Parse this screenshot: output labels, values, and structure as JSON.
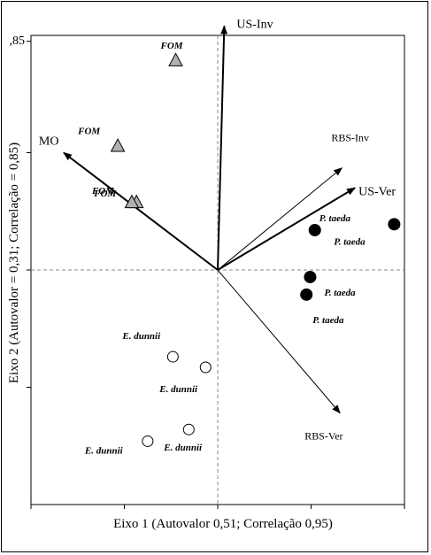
{
  "chart_data": {
    "type": "scatter",
    "title": "",
    "xlabel": "Eixo 1 (Autovalor  0,51; Correlação  0,95)",
    "ylabel": "Eixo 2 (Autovalor = 0,31; Correlação = 0,85)",
    "xlim": [
      -2.0,
      2.0
    ],
    "ylim": [
      -2.0,
      2.0
    ],
    "ytick_labels": [
      {
        "value": -1.0,
        "label": ""
      },
      {
        "value": 0.0,
        "label": ""
      },
      {
        "value": 1.0,
        "label": ""
      },
      {
        "value": 1.95,
        "label": ",85"
      }
    ],
    "grid": false,
    "series": [
      {
        "name": "FOM",
        "marker": "triangle",
        "color": "#b0b0b0",
        "points": [
          {
            "x": -0.45,
            "y": 1.79,
            "label": "FOM"
          },
          {
            "x": -1.07,
            "y": 1.06,
            "label": "FOM"
          },
          {
            "x": -0.87,
            "y": 0.58,
            "label": "FOM"
          },
          {
            "x": -0.92,
            "y": 0.58,
            "label": "FOM"
          }
        ]
      },
      {
        "name": "P. taeda",
        "marker": "filled-circle",
        "color": "#000000",
        "points": [
          {
            "x": 1.04,
            "y": 0.34,
            "label": "P. taeda"
          },
          {
            "x": 1.89,
            "y": 0.39,
            "label": "P. taeda"
          },
          {
            "x": 0.99,
            "y": -0.06,
            "label": "P. taeda"
          },
          {
            "x": 0.95,
            "y": -0.21,
            "label": "P. taeda"
          }
        ]
      },
      {
        "name": "E. dunnii",
        "marker": "open-circle",
        "color": "#000000",
        "points": [
          {
            "x": -0.48,
            "y": -0.74,
            "label": "E. dunnii"
          },
          {
            "x": -0.13,
            "y": -0.83,
            "label": "E. dunnii"
          },
          {
            "x": -0.31,
            "y": -1.36,
            "label": "E. dunnii"
          },
          {
            "x": -0.75,
            "y": -1.46,
            "label": "E. dunnii"
          }
        ]
      }
    ],
    "vectors": [
      {
        "label": "US-Inv",
        "x": 0.07,
        "y": 2.08
      },
      {
        "label": "MO",
        "x": -1.65,
        "y": 1.0
      },
      {
        "label": "RBS-Inv",
        "x": 1.33,
        "y": 0.87
      },
      {
        "label": "US-Ver",
        "x": 1.47,
        "y": 0.7
      },
      {
        "label": "RBS-Ver",
        "x": 1.31,
        "y": -1.22
      }
    ]
  }
}
